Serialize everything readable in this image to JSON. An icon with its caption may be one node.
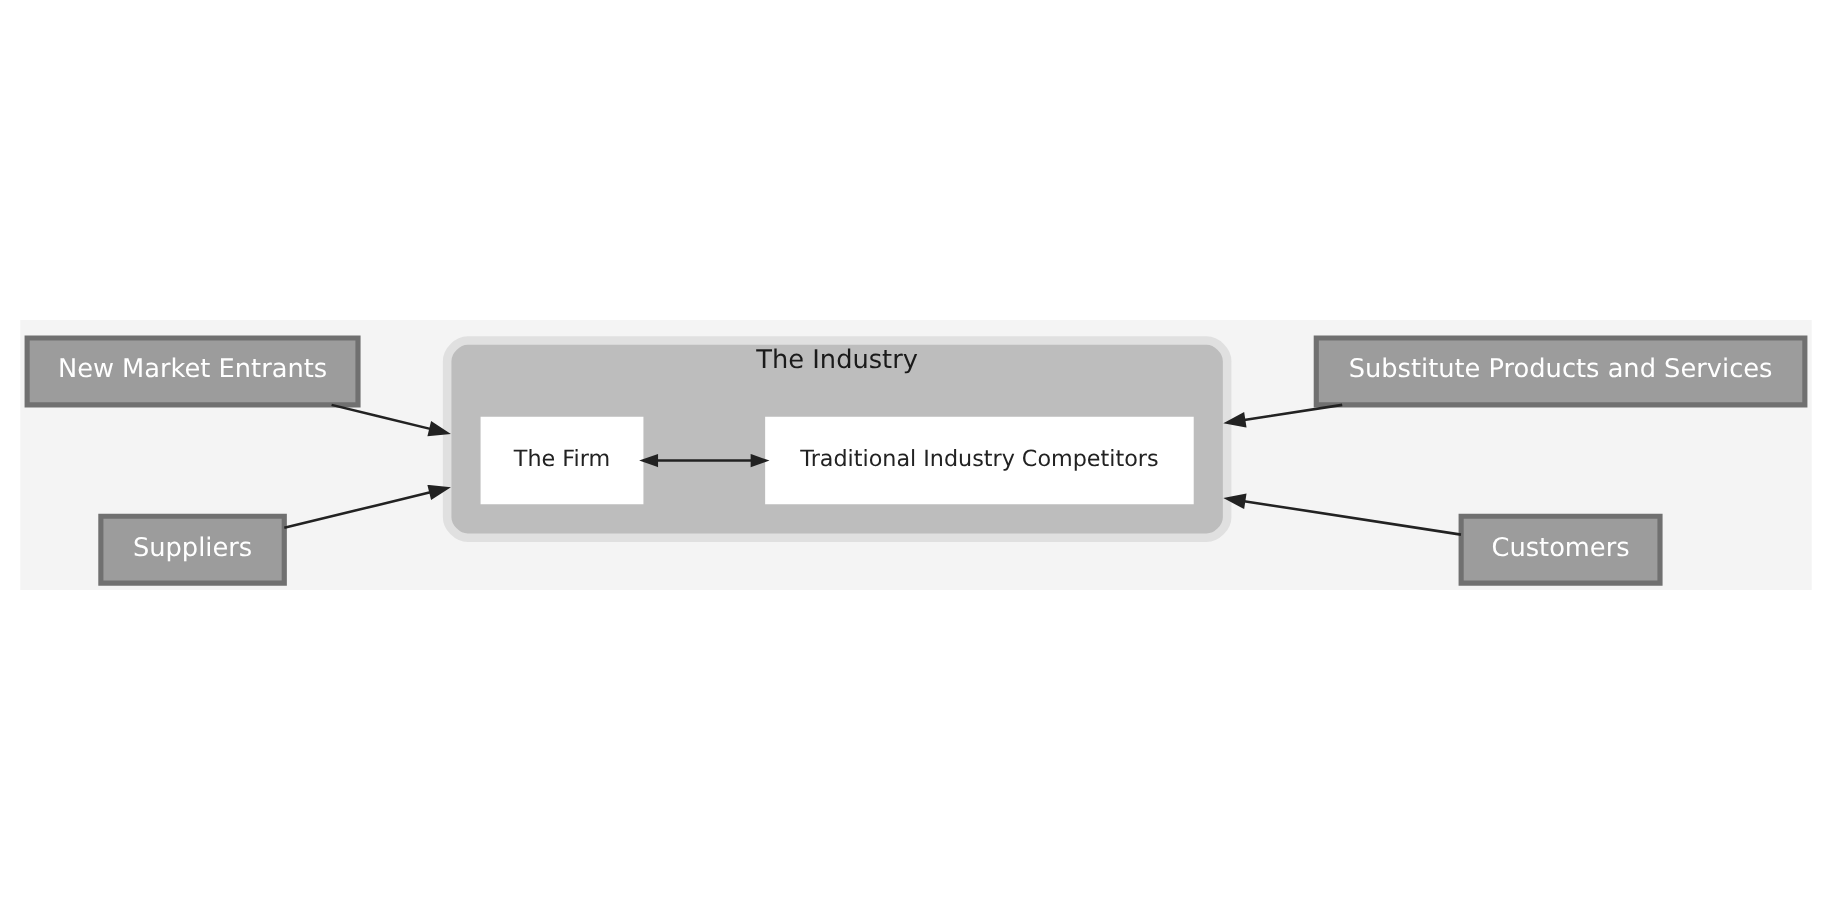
{
  "diagram": {
    "nodes": [
      {
        "text": [
          "New Market Entrants"
        ]
      },
      {
        "text": [
          "Substitute Products and Services"
        ]
      },
      {
        "text": [
          "The Industry"
        ]
      },
      {
        "text": [
          "The Firm"
        ],
        "in": 2
      },
      {
        "text": [
          "Traditional Industry Competitors"
        ],
        "in": 2
      },
      {
        "text": [
          "Suppliers"
        ]
      },
      {
        "text": [
          "Customers"
        ]
      }
    ],
    "edges": [
      {
        "from": 0,
        "to": 2,
        "arrow": "to"
      },
      {
        "from": 1,
        "to": 2,
        "arrow": "to"
      },
      {
        "from": 3,
        "to": 4,
        "arrow": "both"
      },
      {
        "from": 5,
        "to": 2,
        "arrow": "to"
      },
      {
        "from": 6,
        "to": 2,
        "arrow": "to"
      }
    ]
  }
}
